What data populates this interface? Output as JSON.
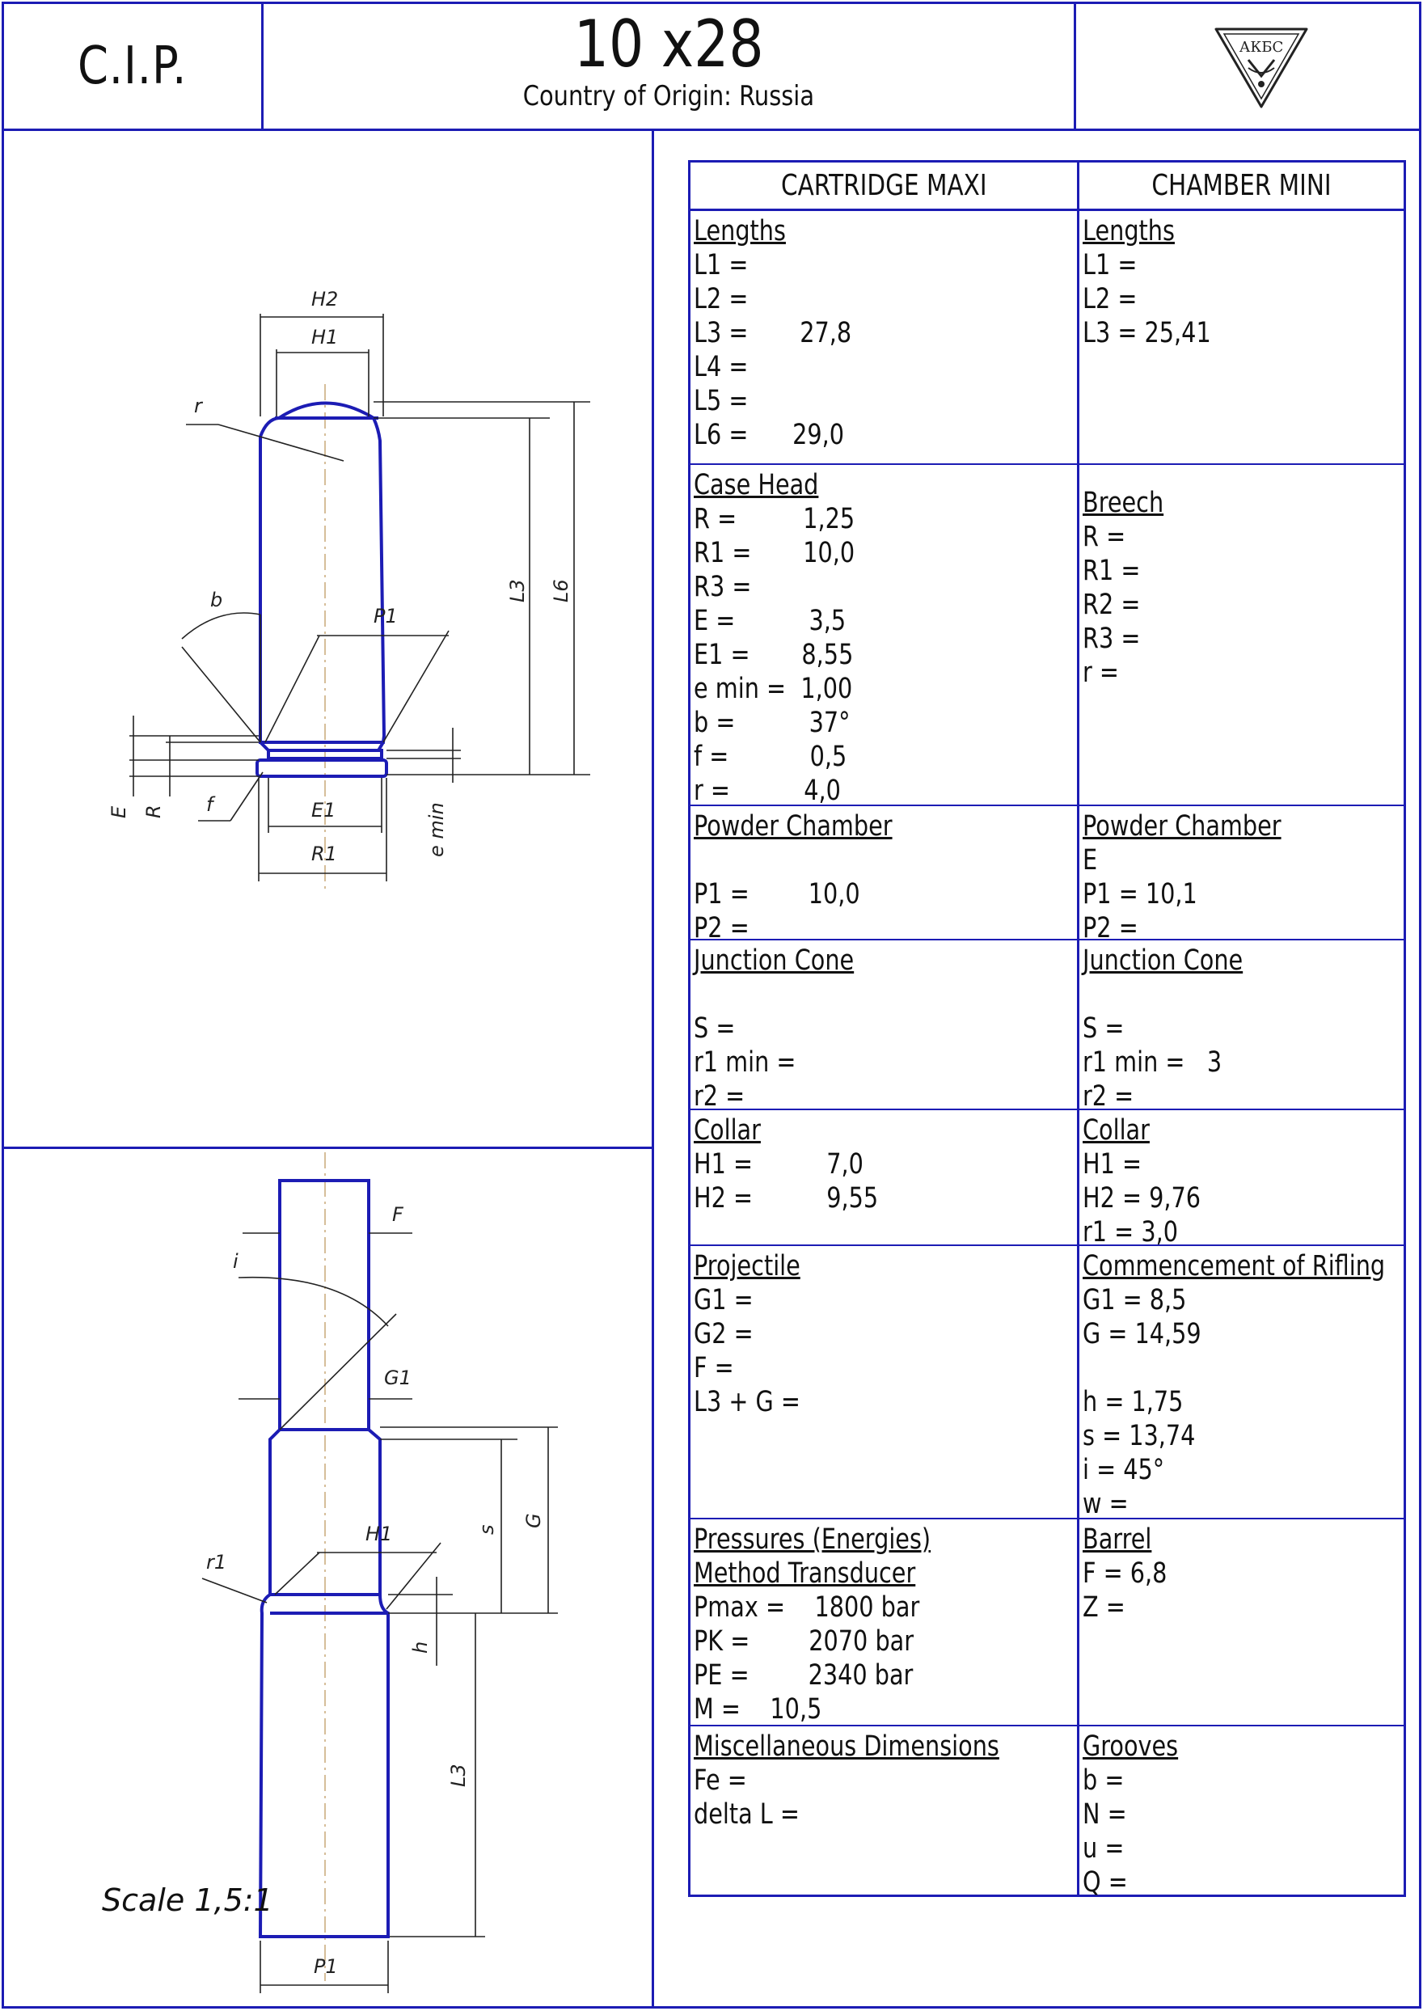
{
  "header": {
    "org": "C.I.P.",
    "title": "10 x28",
    "subtitle": "Country of Origin: Russia",
    "logo_text": "АКБС"
  },
  "drawing": {
    "labels": {
      "H2": "H2",
      "H1": "H1",
      "r": "r",
      "b": "b",
      "P1": "P1",
      "L3": "L3",
      "L6": "L6",
      "E": "E",
      "R": "R",
      "f": "f",
      "E1": "E1",
      "R1": "R1",
      "emin": "e min",
      "F": "F",
      "i": "i",
      "G1": "G1",
      "s": "s",
      "G": "G",
      "r1": "r1",
      "h": "h",
      "L3b": "L3",
      "P1b": "P1",
      "H1b": "H1"
    },
    "scale": "Scale 1,5:1"
  },
  "table": {
    "col_left_header": "CARTRIDGE MAXI",
    "col_right_header": "CHAMBER MINI",
    "left": [
      {
        "title": "Lengths",
        "rows": [
          "L1 =",
          "L2 =",
          "L3 =       27,8",
          "L4 =",
          "L5 =",
          "L6 =      29,0"
        ]
      },
      {
        "title": "Case Head",
        "rows": [
          "R =         1,25",
          "R1 =       10,0",
          "R3 =",
          "E =          3,5",
          "E1 =       8,55",
          "e min =  1,00",
          "b =          37°",
          "f =           0,5",
          "r =          4,0"
        ]
      },
      {
        "title": "Powder Chamber",
        "rows": [
          "",
          "P1 =        10,0",
          "P2 ="
        ]
      },
      {
        "title": "Junction Cone",
        "rows": [
          "",
          "S =",
          "r1 min =",
          "r2 ="
        ]
      },
      {
        "title": "Collar",
        "rows": [
          "H1 =          7,0",
          "H2 =          9,55"
        ]
      },
      {
        "title": "Projectile",
        "rows": [
          "G1 =",
          "G2 =",
          "F =",
          "L3 + G ="
        ]
      },
      {
        "title": "Pressures (Energies)",
        "rows": [
          "Method Transducer",
          "Pmax =    1800 bar",
          "PK =        2070 bar",
          "PE =        2340 bar",
          "M =    10,5"
        ]
      },
      {
        "title": "Miscellaneous Dimensions",
        "rows": [
          "Fe =",
          "delta L ="
        ]
      }
    ],
    "right": [
      {
        "title": "Lengths",
        "rows": [
          "L1 =",
          "L2 =",
          "L3 = 25,41"
        ]
      },
      {
        "title": "Breech",
        "rows": [
          "R =",
          "R1 =",
          "R2 =",
          "R3 =",
          "r ="
        ]
      },
      {
        "title": "Powder Chamber",
        "rows": [
          "E",
          "P1 = 10,1",
          "P2 ="
        ]
      },
      {
        "title": "Junction Cone",
        "rows": [
          "",
          "S =",
          "r1 min =   3",
          "r2 ="
        ]
      },
      {
        "title": "Collar",
        "rows": [
          "H1 =",
          "H2 = 9,76",
          "r1 = 3,0"
        ]
      },
      {
        "title": "Commencement of Rifling",
        "rows": [
          "G1 = 8,5",
          "G = 14,59",
          "",
          "h = 1,75",
          "s = 13,74",
          "i = 45°",
          "w ="
        ]
      },
      {
        "title": "Barrel",
        "rows": [
          "F = 6,8",
          "Z ="
        ]
      },
      {
        "title": "Grooves",
        "rows": [
          "b =",
          "N =",
          "u =",
          "Q ="
        ]
      }
    ]
  }
}
